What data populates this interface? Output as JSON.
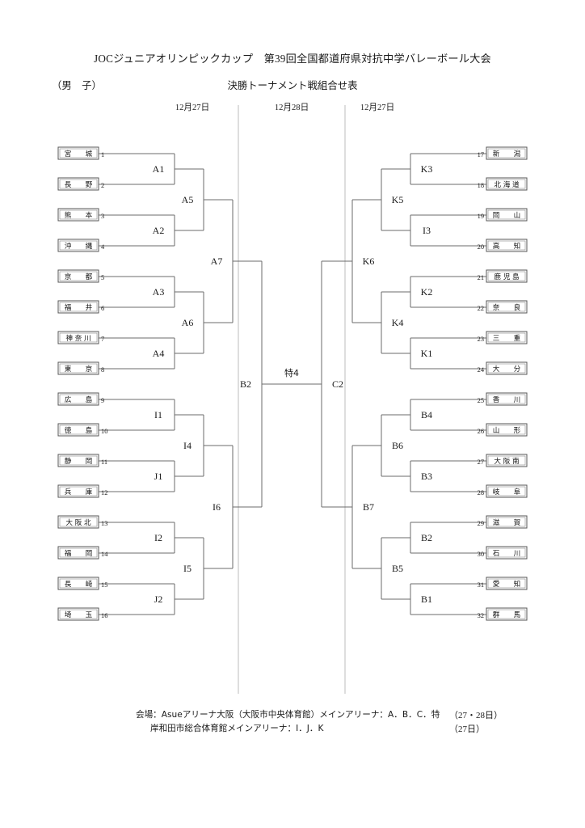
{
  "header": {
    "title": "JOCジュニアオリンピックカップ　第39回全国都道府県対抗中学バレーボール大会",
    "subtitle": "決勝トーナメント戦組合せ表",
    "gender": "（男　子）",
    "dates": [
      "12月27日",
      "12月28日",
      "12月27日"
    ]
  },
  "teams_left": [
    {
      "no": "1",
      "name": "宮　　城"
    },
    {
      "no": "2",
      "name": "長　　野"
    },
    {
      "no": "3",
      "name": "熊　　本"
    },
    {
      "no": "4",
      "name": "沖　　縄"
    },
    {
      "no": "5",
      "name": "京　　都"
    },
    {
      "no": "6",
      "name": "福　　井"
    },
    {
      "no": "7",
      "name": "神 奈 川"
    },
    {
      "no": "8",
      "name": "東　　京"
    },
    {
      "no": "9",
      "name": "広　　島"
    },
    {
      "no": "10",
      "name": "徳　　島"
    },
    {
      "no": "11",
      "name": "静　　岡"
    },
    {
      "no": "12",
      "name": "兵　　庫"
    },
    {
      "no": "13",
      "name": "大 阪 北"
    },
    {
      "no": "14",
      "name": "福　　岡"
    },
    {
      "no": "15",
      "name": "長　　崎"
    },
    {
      "no": "16",
      "name": "埼　　玉"
    }
  ],
  "teams_right": [
    {
      "no": "17",
      "name": "新　　潟"
    },
    {
      "no": "18",
      "name": "北 海 道"
    },
    {
      "no": "19",
      "name": "岡　　山"
    },
    {
      "no": "20",
      "name": "高　　知"
    },
    {
      "no": "21",
      "name": "鹿 児 島"
    },
    {
      "no": "22",
      "name": "奈　　良"
    },
    {
      "no": "23",
      "name": "三　　重"
    },
    {
      "no": "24",
      "name": "大　　分"
    },
    {
      "no": "25",
      "name": "香　　川"
    },
    {
      "no": "26",
      "name": "山　　形"
    },
    {
      "no": "27",
      "name": "大 阪 南"
    },
    {
      "no": "28",
      "name": "岐　　阜"
    },
    {
      "no": "29",
      "name": "滋　　賀"
    },
    {
      "no": "30",
      "name": "石　　川"
    },
    {
      "no": "31",
      "name": "愛　　知"
    },
    {
      "no": "32",
      "name": "群　　馬"
    }
  ],
  "matches_left_r1": [
    "A1",
    "A2",
    "A3",
    "A4",
    "I1",
    "J1",
    "I2",
    "J2"
  ],
  "matches_left_r2": [
    "A5",
    "A6",
    "I4",
    "I5"
  ],
  "matches_left_r3": [
    "A7",
    "I6"
  ],
  "matches_left_r4": [
    "B2"
  ],
  "matches_right_r1": [
    "K3",
    "I3",
    "K2",
    "K1",
    "B4",
    "B3",
    "B2",
    "B1"
  ],
  "matches_right_r2": [
    "K5",
    "K4",
    "B6",
    "B5"
  ],
  "matches_right_r3": [
    "K6",
    "B7"
  ],
  "matches_right_r4": [
    "C2"
  ],
  "final_label": "特4",
  "footer": {
    "venue_line1": "会場：Asueアリーナ大阪（大阪市中央体育館）メインアリーナ：A．B．C．特",
    "venue_line2": "岸和田市総合体育館メインアリーナ：I．J．K",
    "date_line1": "（27・28日）",
    "date_line2": "（27日）"
  },
  "colors": {
    "line": "#6b6b6b",
    "divider": "#bdbdbd",
    "box_stroke": "#555555",
    "text": "#1a1a1a"
  }
}
